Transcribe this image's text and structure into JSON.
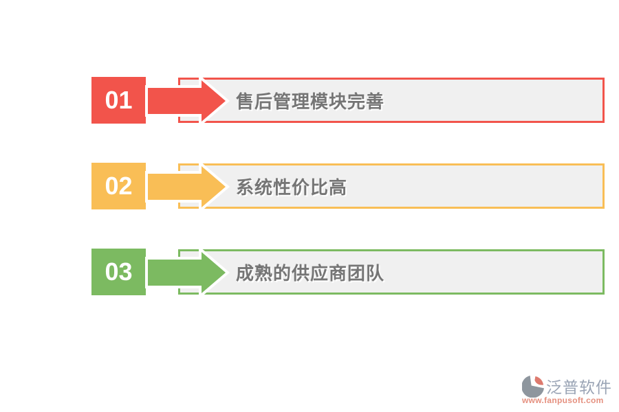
{
  "page": {
    "background": "#ffffff"
  },
  "rows": [
    {
      "number": "01",
      "label": "售后管理模块完善",
      "color": "#F2544B"
    },
    {
      "number": "02",
      "label": "系统性价比高",
      "color": "#F9BE56"
    },
    {
      "number": "03",
      "label": "成熟的供应商团队",
      "color": "#7CBA61"
    }
  ],
  "styles": {
    "box_fill": "#F0F0F0",
    "label_color": "#757575"
  },
  "footer": {
    "brand": "泛普软件",
    "url": "www.fanpusoft.com",
    "brand_color": "#9AA4B5",
    "url_color": "#E5907F",
    "logo_gray": "#8E969E",
    "logo_salmon": "#DD7A6E"
  }
}
